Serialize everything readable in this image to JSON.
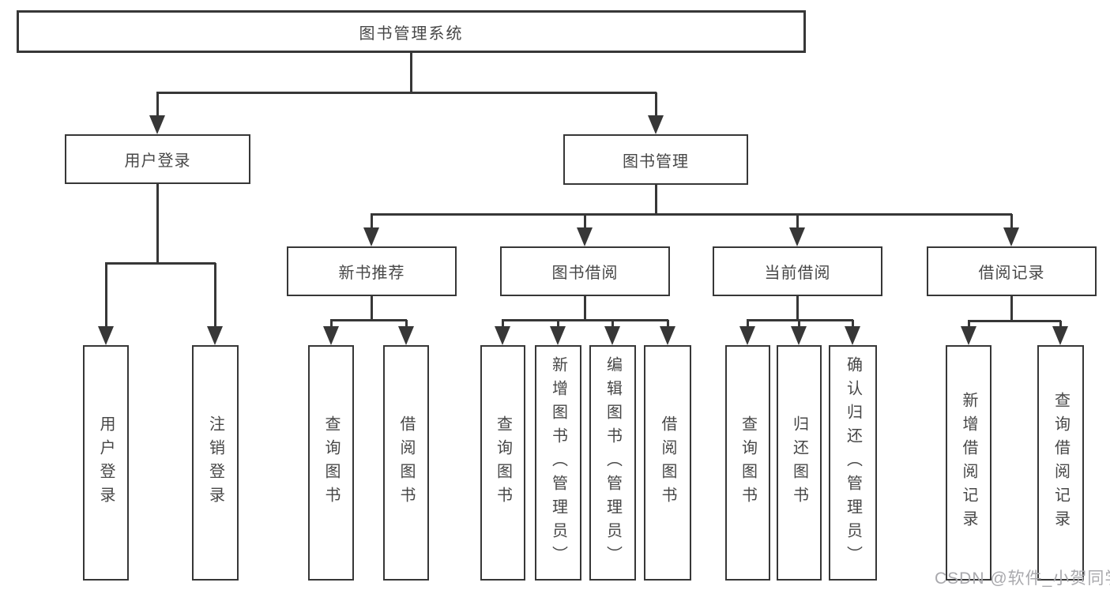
{
  "diagram": {
    "root": "图书管理系统",
    "level2": [
      "用户登录",
      "图书管理"
    ],
    "level3": [
      "新书推荐",
      "图书借阅",
      "当前借阅",
      "借阅记录"
    ],
    "leaves": [
      "用户登录",
      "注销登录",
      "查询图书",
      "借阅图书",
      "查询图书",
      "新增图书（管理员）",
      "编辑图书（管理员）",
      "借阅图书",
      "查询图书",
      "归还图书",
      "确认归还（管理员）",
      "新增借阅记录",
      "查询借阅记录"
    ]
  },
  "watermark": "CSDN @软件_小贺同学",
  "colors": {
    "line": "#373737",
    "text": "#474747",
    "background": "#ffffff",
    "watermark": "#a9a9ad"
  }
}
